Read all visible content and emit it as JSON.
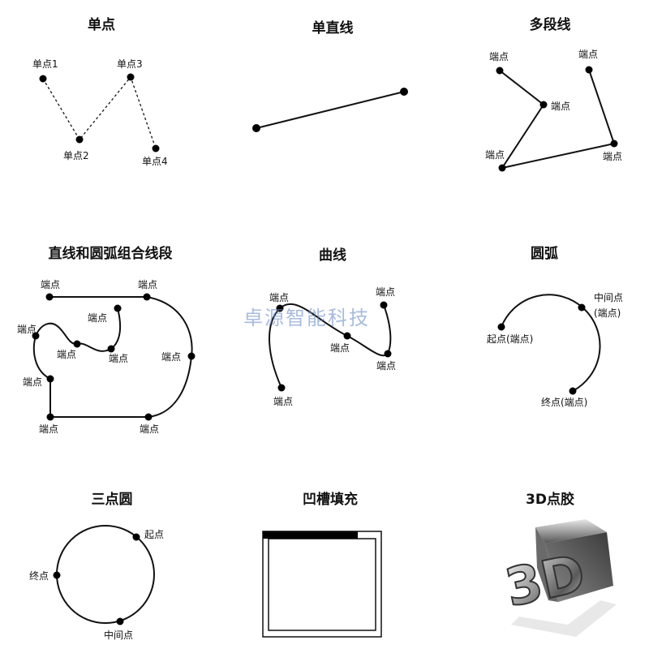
{
  "panels": {
    "single_point": {
      "title": "单点",
      "labels": {
        "p1": "单点1",
        "p2": "单点2",
        "p3": "单点3",
        "p4": "单点4"
      }
    },
    "single_line": {
      "title": "单直线"
    },
    "polyline": {
      "title": "多段线",
      "labels": {
        "a": "端点",
        "b": "端点",
        "c": "端点",
        "d": "端点",
        "e": "端点"
      }
    },
    "line_arc_combo": {
      "title": "直线和圆弧组合线段",
      "labels": {
        "l1": "端点",
        "l2": "端点",
        "l3": "端点",
        "l4": "端点",
        "l5": "端点",
        "l6": "端点",
        "l7": "端点",
        "l8": "端点",
        "l9": "端点",
        "l10": "端点"
      }
    },
    "curve": {
      "title": "曲线",
      "labels": {
        "c1": "端点",
        "c2": "端点",
        "c3": "端点",
        "c4": "端点",
        "c5": "端点"
      }
    },
    "arc": {
      "title": "圆弧",
      "labels": {
        "mid_line1": "中间点",
        "mid_line2": "(端点)",
        "start": "起点(端点)",
        "end": "终点(端点)"
      }
    },
    "three_point_circle": {
      "title": "三点圆",
      "labels": {
        "start": "起点",
        "end": "终点",
        "middle": "中间点"
      }
    },
    "groove_fill": {
      "title": "凹槽填充"
    },
    "dispense_3d": {
      "title": "3D点胶",
      "graphic_text": "3D"
    }
  },
  "watermark": "卓源智能科技",
  "colors": {
    "line": "#111111",
    "point": "#000000",
    "watermark": "#6f8fc8"
  }
}
